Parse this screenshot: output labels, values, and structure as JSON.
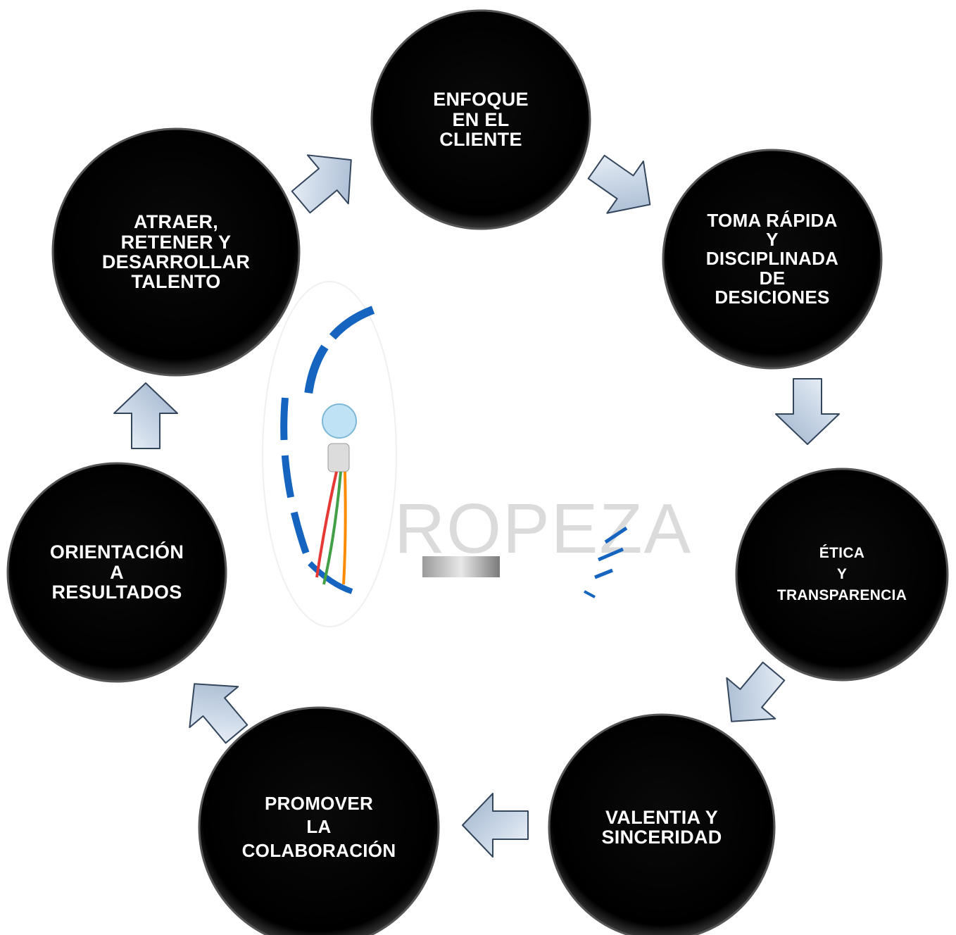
{
  "nodes": [
    {
      "id": "enfoque",
      "lines": [
        "ENFOQUE",
        "EN EL",
        "CLIENTE"
      ]
    },
    {
      "id": "toma",
      "lines": [
        "TOMA RÁPIDA",
        "Y",
        "DISCIPLINADA",
        "DE",
        "DESICIONES"
      ]
    },
    {
      "id": "etica",
      "lines": [
        "ÉTICA",
        "Y",
        "TRANSPARENCIA"
      ]
    },
    {
      "id": "valentia",
      "lines": [
        "VALENTIA Y",
        "SINCERIDAD"
      ]
    },
    {
      "id": "promover",
      "lines": [
        "PROMOVER",
        "LA",
        "COLABORACIÓN"
      ]
    },
    {
      "id": "orientacion",
      "lines": [
        "ORIENTACIÓN",
        "A",
        "RESULTADOS"
      ]
    },
    {
      "id": "atraer",
      "lines": [
        "ATRAER,",
        "RETENER Y",
        "DESARROLLAR",
        "TALENTO"
      ]
    }
  ],
  "logo": {
    "text": "ROPEZA"
  },
  "colors": {
    "node_fill": "#000000",
    "node_text": "#ffffff",
    "arrow_fill": "#c9d6e6",
    "arrow_stroke": "#3a4a5e",
    "logo_blue": "#1565c0"
  }
}
